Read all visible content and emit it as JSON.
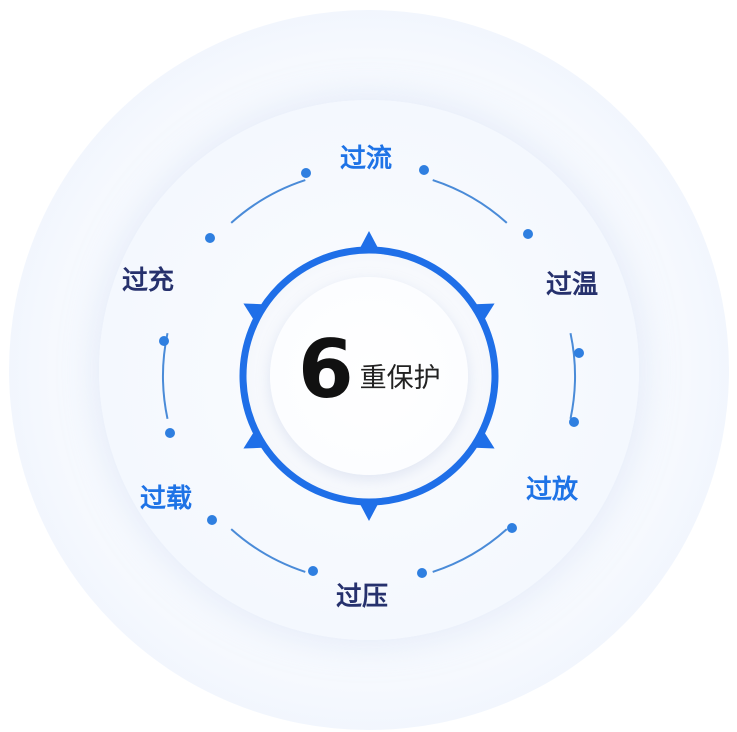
{
  "center": {
    "number": "6",
    "text": "重保护"
  },
  "labels": {
    "guoliu": "过流",
    "guowen": "过温",
    "guofang": "过放",
    "guoya": "过压",
    "guozai": "过载",
    "guochong": "过充"
  },
  "colors": {
    "blue_text": "#1e73e6",
    "navy_text": "#26316d",
    "ring_blue": "#1f6fe8",
    "arc_blue": "#3f86dc"
  },
  "icons": {
    "pointer": "triangle-pointer-icon",
    "node": "dot-node-icon"
  }
}
